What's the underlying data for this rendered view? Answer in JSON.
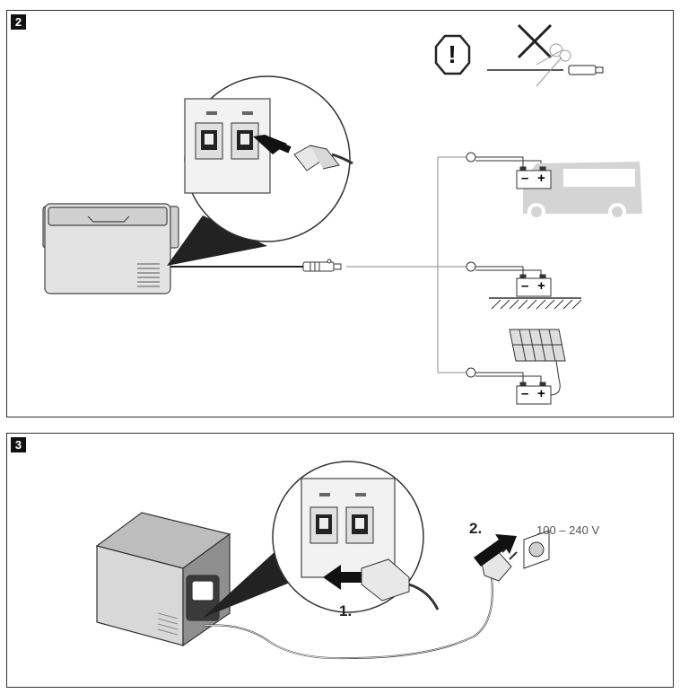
{
  "panels": [
    {
      "number": "2"
    },
    {
      "number": "3"
    }
  ],
  "panel3": {
    "step1": "1.",
    "step2": "2.",
    "voltage": "100 – 240 V"
  },
  "battery": {
    "minus": "–",
    "plus": "+"
  },
  "warning": {
    "symbol": "!"
  },
  "colors": {
    "line": "#333333",
    "fill_light": "#e6e6e6",
    "fill_mid": "#bdbdbd",
    "fill_dark": "#666666"
  }
}
